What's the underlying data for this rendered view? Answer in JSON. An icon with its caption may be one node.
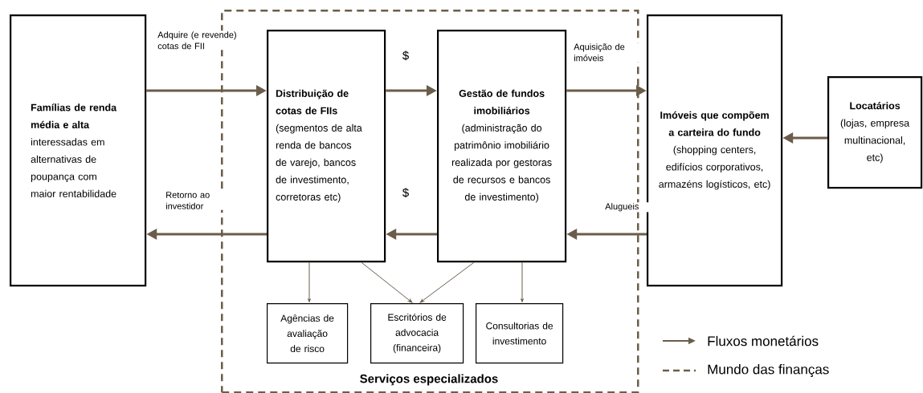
{
  "diagram": {
    "nodes": [
      {
        "text": [
          "Famílias de renda média e alta",
          "interessadas em alternativas de poupança com maior rentabilidade"
        ]
      },
      {
        "text": [
          "Serviços especializados"
        ]
      },
      {
        "text": [
          "Distribuição de cotas de FIIs",
          "(segmentos de alta renda de bancos de varejo, bancos de investimento, corretoras etc)"
        ],
        "in": 1
      },
      {
        "text": [
          "Gestão de fundos imobiliários",
          "(administração do patrimônio imobiliário realizada por gestoras de recursos e bancos de investimento)"
        ],
        "in": 1
      },
      {
        "text": [
          "Imóveis que compõem a carteira do fundo",
          "(shopping centers, edifícios corporativos, armazéns logísticos, etc)"
        ]
      },
      {
        "text": [
          "Locatários",
          "(lojas, empresa multinacional, etc)"
        ]
      },
      {
        "text": [
          "Agências de avaliação de risco"
        ],
        "in": 1
      },
      {
        "text": [
          "Escritórios de advocacia (financeira)"
        ],
        "in": 1
      },
      {
        "text": [
          "Consultorias de investimento"
        ],
        "in": 1
      }
    ],
    "edges": [
      {
        "from": 0,
        "to": 2,
        "arrow": "to",
        "label": "Adquire (e revende) cotas de FII"
      },
      {
        "from": 2,
        "to": 3,
        "arrow": "to",
        "label": "$"
      },
      {
        "from": 3,
        "to": 4,
        "arrow": "to",
        "label": "Aquisição de imóveis"
      },
      {
        "from": 5,
        "to": 4,
        "arrow": "to"
      },
      {
        "from": 4,
        "to": 3,
        "arrow": "to",
        "label": "Alugueis"
      },
      {
        "from": 3,
        "to": 2,
        "arrow": "to",
        "label": "$"
      },
      {
        "from": 2,
        "to": 0,
        "arrow": "to",
        "label": "Retorno ao investidor"
      },
      {
        "from": 2,
        "to": 6,
        "arrow": "to"
      },
      {
        "from": 2,
        "to": 7,
        "arrow": "to"
      },
      {
        "from": 3,
        "to": 7,
        "arrow": "to"
      },
      {
        "from": 3,
        "to": 8,
        "arrow": "to"
      }
    ],
    "legend": [
      {
        "text": "Fluxos monetários"
      },
      {
        "text": "Mundo das finanças"
      }
    ]
  }
}
